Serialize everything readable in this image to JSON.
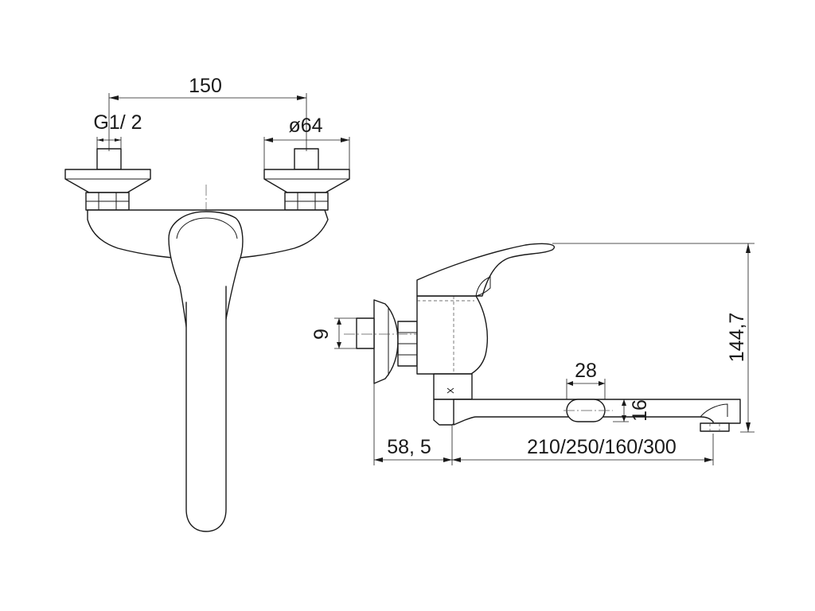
{
  "dimensions": {
    "inlet_spacing": "150",
    "thread": "G1/ 2",
    "flange_diameter": "ø64",
    "height": "144,7",
    "inlet_length": "9",
    "aerator_width": "28",
    "spout_thickness": "16",
    "wall_offset": "58, 5",
    "spout_lengths": "210/250/160/300"
  }
}
